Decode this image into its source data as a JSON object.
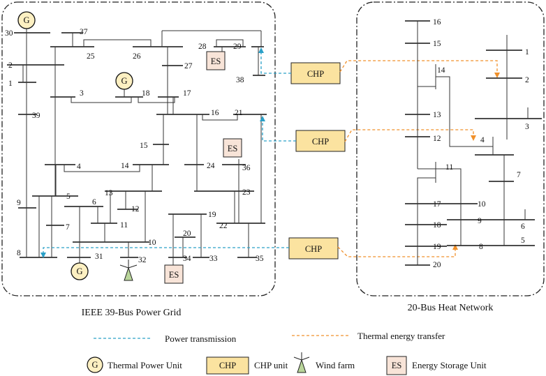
{
  "captions": {
    "grid": "IEEE 39-Bus Power Grid",
    "heat": "20-Bus Heat Network"
  },
  "legend": {
    "power_transmission": "Power transmission",
    "thermal_transfer": "Thermal energy transfer",
    "thermal_unit": "Thermal Power Unit",
    "chp_unit": "CHP unit",
    "wind_farm": "Wind farm",
    "storage_unit": "Energy Storage Unit"
  },
  "symbols": {
    "generator": "G",
    "chp": "CHP",
    "storage": "ES"
  },
  "colors": {
    "power_line": "#2aa0c8",
    "thermal_line": "#f0902a",
    "chp_fill": "#fbe3a0",
    "chp_border": "#222222",
    "generator_fill": "#fdf0c2",
    "storage_fill": "#f8e4d8",
    "wind_fill": "#b9d59a",
    "bus_line": "#111111",
    "branch_line": "#777777"
  },
  "power_buses": [
    "1",
    "2",
    "3",
    "4",
    "5",
    "6",
    "7",
    "8",
    "9",
    "10",
    "11",
    "12",
    "13",
    "14",
    "15",
    "16",
    "17",
    "18",
    "19",
    "20",
    "21",
    "22",
    "23",
    "24",
    "25",
    "26",
    "27",
    "28",
    "29",
    "30",
    "31",
    "32",
    "33",
    "34",
    "35",
    "36",
    "37",
    "38",
    "39"
  ],
  "heat_nodes": [
    "1",
    "2",
    "3",
    "4",
    "5",
    "6",
    "7",
    "8",
    "9",
    "10",
    "11",
    "12",
    "13",
    "14",
    "15",
    "16",
    "17",
    "18",
    "19",
    "20"
  ]
}
